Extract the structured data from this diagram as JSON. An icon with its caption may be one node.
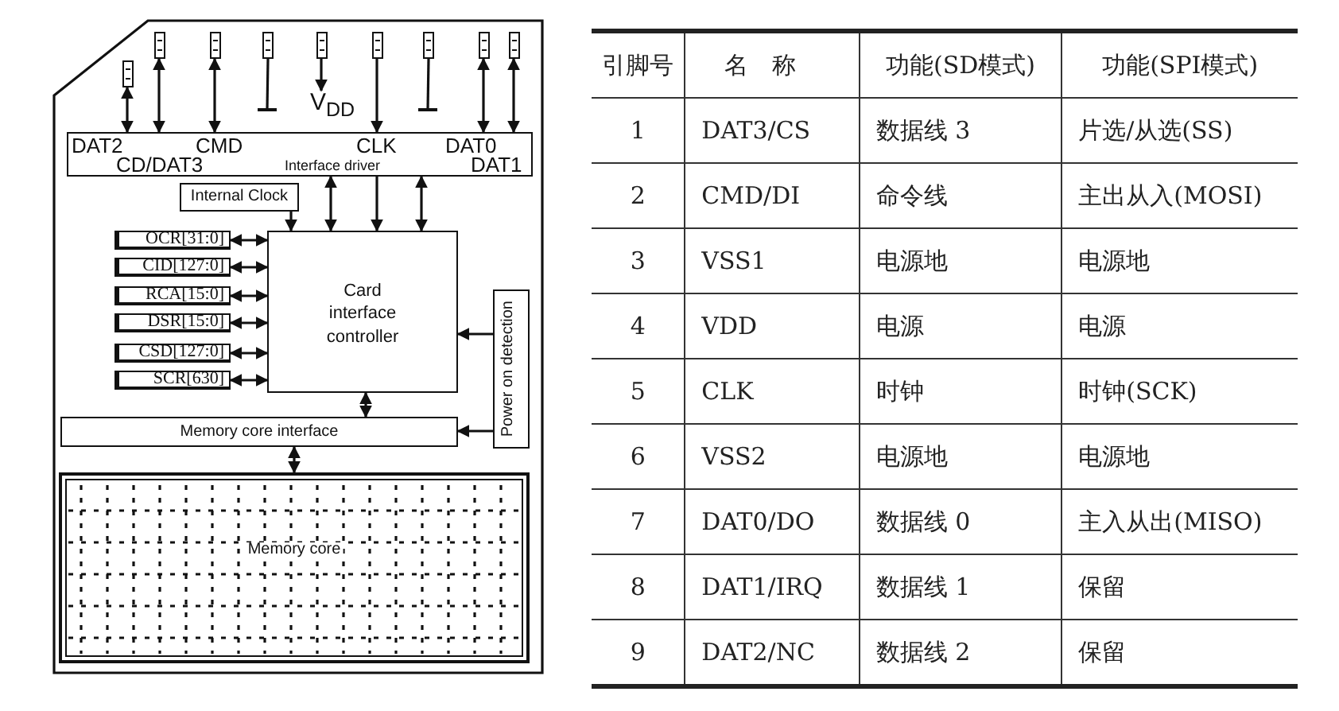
{
  "diagram": {
    "nodes": [
      {
        "text": [],
        "shape": "box"
      },
      {
        "text": [],
        "shape": "box",
        "in": 0
      },
      {
        "text": [],
        "shape": "box",
        "in": 0
      },
      {
        "text": [],
        "shape": "box",
        "in": 0
      },
      {
        "text": [],
        "shape": "box",
        "in": 0
      },
      {
        "text": [],
        "shape": "box",
        "in": 0
      },
      {
        "text": [],
        "shape": "box",
        "in": 0
      },
      {
        "text": [],
        "shape": "box",
        "in": 0
      },
      {
        "text": [],
        "shape": "box",
        "in": 0
      },
      {
        "text": [],
        "shape": "box",
        "in": 0
      },
      {
        "text": [
          "DAT2",
          "CMD",
          "CLK",
          "DAT0",
          "CD/DAT3",
          "Interface driver",
          "DAT1"
        ],
        "in": 0
      },
      {
        "text": [
          "Internal Clock"
        ],
        "in": 0
      },
      {
        "text": [
          "Card interface controller"
        ],
        "in": 0
      },
      {
        "text": [
          "OCR[31:0]"
        ],
        "in": 0
      },
      {
        "text": [
          "CID[127:0]"
        ],
        "in": 0
      },
      {
        "text": [
          "RCA[15:0]"
        ],
        "in": 0
      },
      {
        "text": [
          "DSR[15:0]"
        ],
        "in": 0
      },
      {
        "text": [
          "CSD[127:0]"
        ],
        "in": 0
      },
      {
        "text": [
          "SCR[630]"
        ],
        "in": 0
      },
      {
        "text": [
          "Power on detection"
        ],
        "in": 0
      },
      {
        "text": [
          "Memory core interface"
        ],
        "in": 0
      },
      {
        "text": [
          "Memory core"
        ],
        "in": 0
      },
      {
        "text": [
          "V$_{DD}$"
        ],
        "in": 0
      }
    ],
    "edges": [
      {
        "from": 1,
        "to": 10,
        "arrow": "both"
      },
      {
        "from": 2,
        "to": 10,
        "arrow": "both"
      },
      {
        "from": 3,
        "to": 10,
        "arrow": "both"
      },
      {
        "from": 4,
        "to": null,
        "arrow": "none"
      },
      {
        "from": 5,
        "to": 22,
        "arrow": "to"
      },
      {
        "from": 6,
        "to": 10,
        "arrow": "to"
      },
      {
        "from": 7,
        "to": null,
        "arrow": "none"
      },
      {
        "from": 8,
        "to": 10,
        "arrow": "both"
      },
      {
        "from": 9,
        "to": 10,
        "arrow": "both"
      },
      {
        "from": 10,
        "to": 12,
        "arrow": "both"
      },
      {
        "from": 10,
        "to": 12,
        "arrow": "to"
      },
      {
        "from": 10,
        "to": 12,
        "arrow": "both"
      },
      {
        "from": 11,
        "to": 12,
        "arrow": "to"
      },
      {
        "from": 13,
        "to": 12,
        "arrow": "both"
      },
      {
        "from": 14,
        "to": 12,
        "arrow": "both"
      },
      {
        "from": 15,
        "to": 12,
        "arrow": "both"
      },
      {
        "from": 16,
        "to": 12,
        "arrow": "both"
      },
      {
        "from": 17,
        "to": 12,
        "arrow": "both"
      },
      {
        "from": 18,
        "to": 12,
        "arrow": "both"
      },
      {
        "from": 19,
        "to": 12,
        "arrow": "to"
      },
      {
        "from": 19,
        "to": 20,
        "arrow": "to"
      },
      {
        "from": 12,
        "to": 20,
        "arrow": "both"
      },
      {
        "from": 20,
        "to": 21,
        "arrow": "both"
      }
    ],
    "labels": [
      "引脚号",
      "名称",
      "功能(SD模式)",
      "功能(SPI模式)",
      "1",
      "DAT3/CS",
      "数据线 3",
      "片选/从选(SS)",
      "2",
      "CMD/DI",
      "命令线",
      "主出从入(MOSI)",
      "3",
      "VSS1",
      "电源地",
      "电源地",
      "4",
      "VDD",
      "电源",
      "电源",
      "5",
      "CLK",
      "时钟",
      "时钟(SCK)",
      "6",
      "VSS2",
      "电源地",
      "电源地",
      "7",
      "DAT0/DO",
      "数据线 0",
      "主入从出(MISO)",
      "8",
      "DAT1/IRQ",
      "数据线 1",
      "保留",
      "9",
      "DAT2/NC",
      "数据线 2",
      "保留"
    ]
  }
}
